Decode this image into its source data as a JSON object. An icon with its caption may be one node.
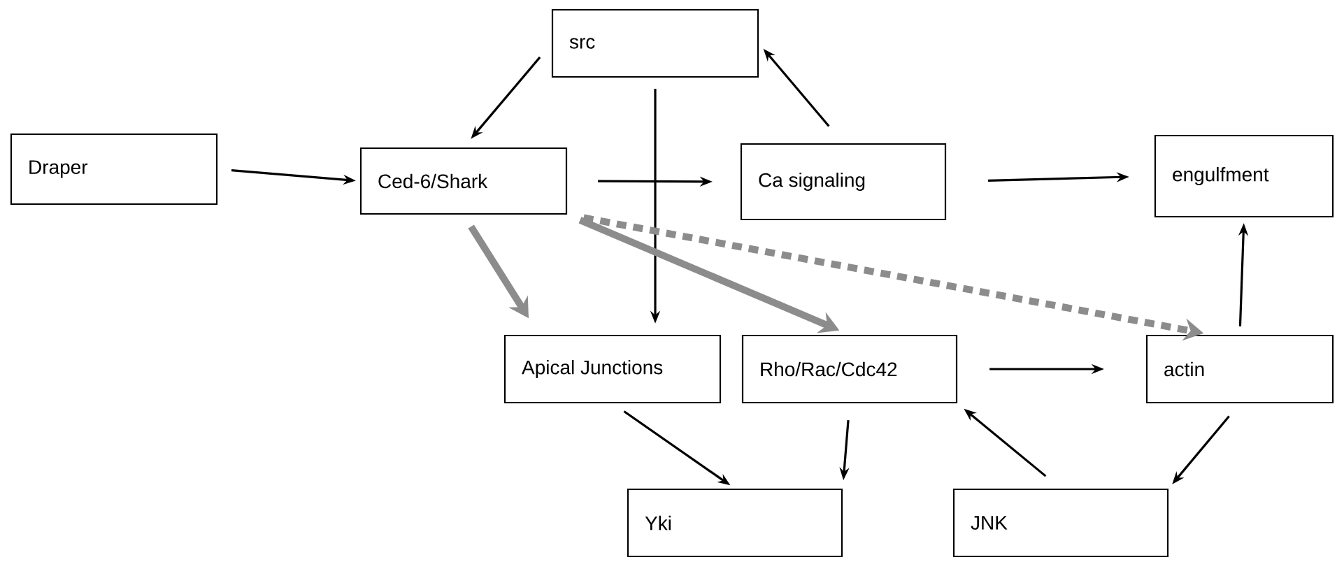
{
  "diagram": {
    "nodes": [
      {
        "text": [
          "Draper"
        ]
      },
      {
        "text": [
          "src"
        ]
      },
      {
        "text": [
          "Ced-6/Shark"
        ]
      },
      {
        "text": [
          "Ca signaling"
        ]
      },
      {
        "text": [
          "engulfment"
        ]
      },
      {
        "text": [
          "Apical Junctions"
        ]
      },
      {
        "text": [
          "Rho/Rac/Cdc42"
        ]
      },
      {
        "text": [
          "actin"
        ]
      },
      {
        "text": [
          "Yki"
        ]
      },
      {
        "text": [
          "JNK"
        ]
      }
    ],
    "edges": [
      {
        "from": 0,
        "to": 2,
        "arrow": "to"
      },
      {
        "from": 1,
        "to": 2,
        "arrow": "to"
      },
      {
        "from": 3,
        "to": 1,
        "arrow": "to"
      },
      {
        "from": 2,
        "to": 3,
        "arrow": "to"
      },
      {
        "from": 3,
        "to": 4,
        "arrow": "to"
      },
      {
        "from": 1,
        "to": 5,
        "arrow": "to"
      },
      {
        "from": 2,
        "to": 5,
        "arrow": "to",
        "style": "thick",
        "color": "#8c8c8c"
      },
      {
        "from": 2,
        "to": 6,
        "arrow": "to",
        "style": "thick",
        "color": "#8c8c8c"
      },
      {
        "from": 2,
        "to": 7,
        "arrow": "to",
        "style": "dashed",
        "color": "#8c8c8c"
      },
      {
        "from": 6,
        "to": 7,
        "arrow": "to"
      },
      {
        "from": 7,
        "to": 4,
        "arrow": "to"
      },
      {
        "from": 5,
        "to": 8,
        "arrow": "to"
      },
      {
        "from": 6,
        "to": 8,
        "arrow": "to"
      },
      {
        "from": 9,
        "to": 6,
        "arrow": "to"
      },
      {
        "from": 7,
        "to": 9,
        "arrow": "to"
      }
    ]
  }
}
